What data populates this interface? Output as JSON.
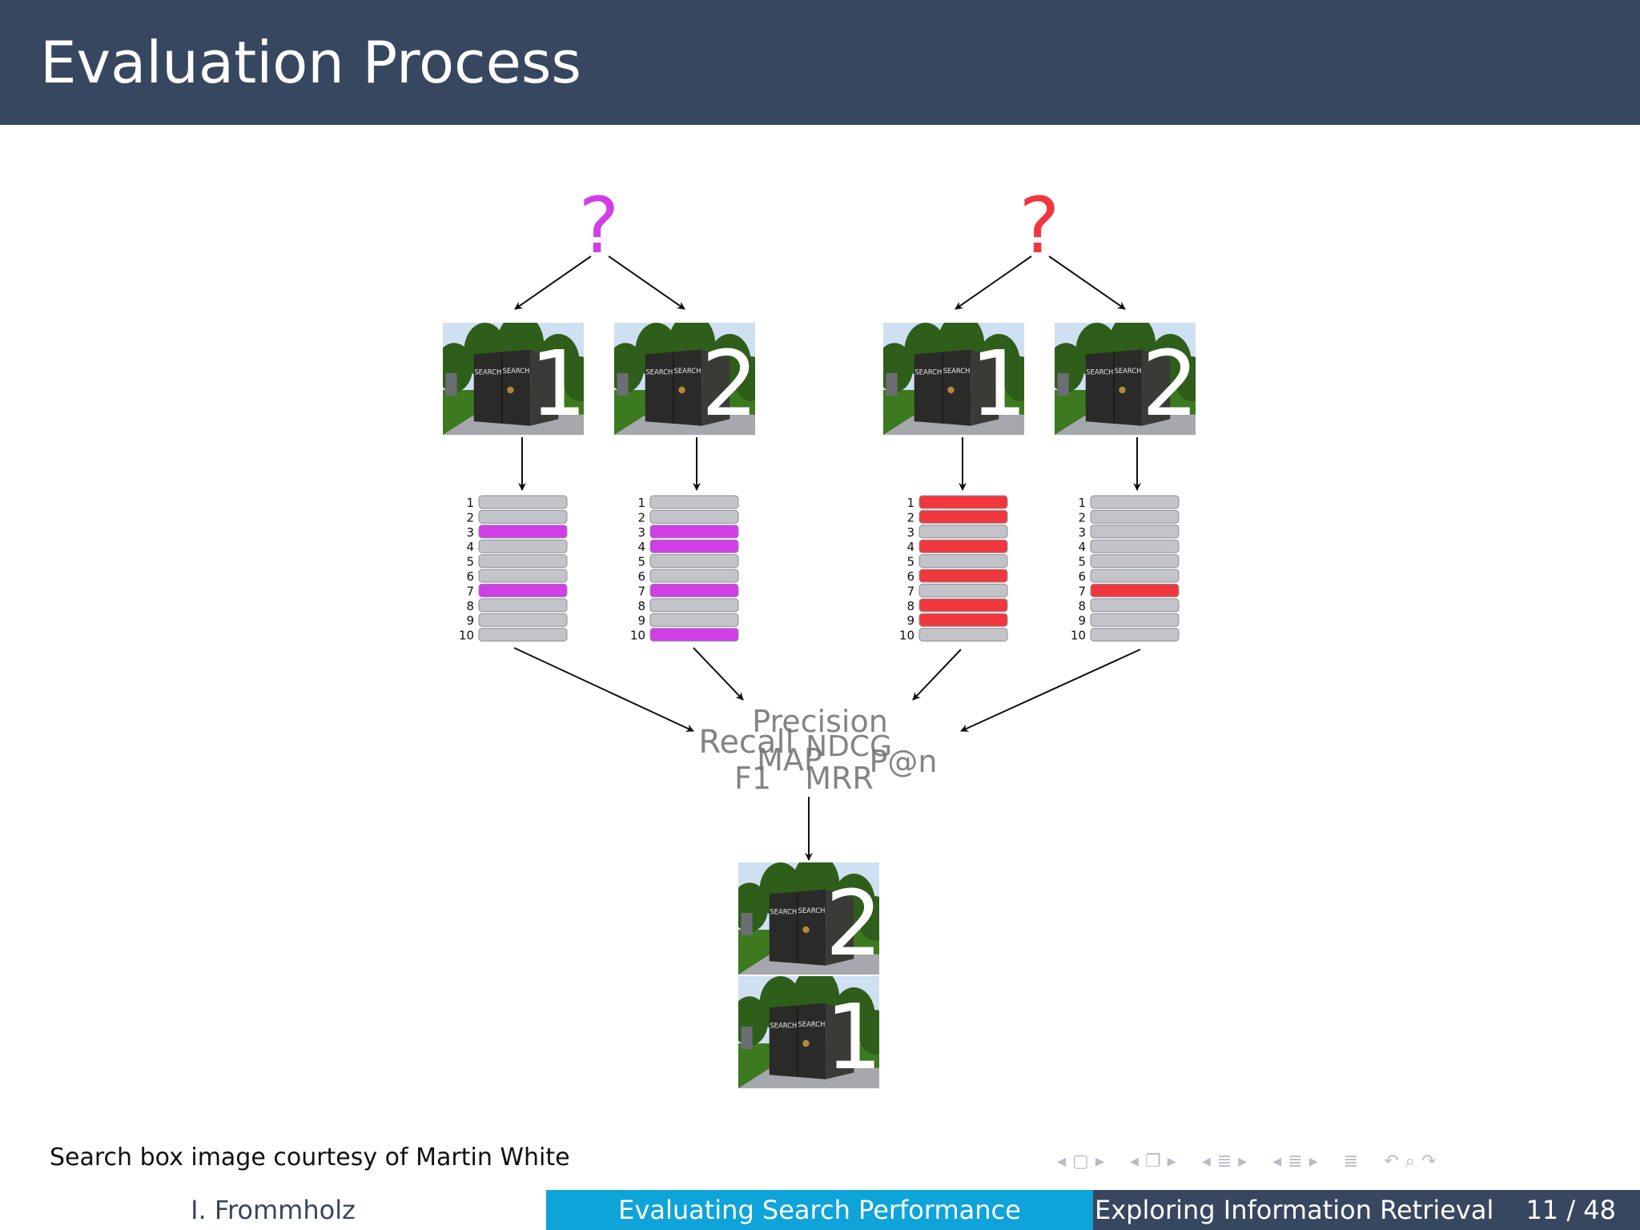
{
  "slide": {
    "title": "Evaluation Process",
    "credit": "Search box image courtesy of Martin White"
  },
  "colors": {
    "header_bg": "#384760",
    "query_a": "#d13ee8",
    "query_b": "#f0373d",
    "bar_default": "#c3c4c9",
    "section_bg": "#0fa4d9"
  },
  "diagram": {
    "queries": [
      {
        "symbol": "?",
        "color": "#d13ee8"
      },
      {
        "symbol": "?",
        "color": "#f0373d"
      }
    ],
    "systems": [
      {
        "label": "1",
        "sign": "SEARCH"
      },
      {
        "label": "2",
        "sign": "SEARCH"
      },
      {
        "label": "1",
        "sign": "SEARCH"
      },
      {
        "label": "2",
        "sign": "SEARCH"
      }
    ],
    "rank_labels": [
      "1",
      "2",
      "3",
      "4",
      "5",
      "6",
      "7",
      "8",
      "9",
      "10"
    ],
    "result_lists": [
      {
        "relevant": [
          3,
          7
        ],
        "color": "#d13ee8"
      },
      {
        "relevant": [
          3,
          4,
          7,
          10
        ],
        "color": "#d13ee8"
      },
      {
        "relevant": [
          1,
          2,
          4,
          6,
          8,
          9
        ],
        "color": "#f0373d"
      },
      {
        "relevant": [
          7
        ],
        "color": "#f0373d"
      }
    ],
    "metrics": [
      "Precision",
      "Recall",
      "NDCG",
      "MAP",
      "P@n",
      "F1",
      "MRR"
    ],
    "final_ranking": [
      {
        "label": "2",
        "sign": "SEARCH"
      },
      {
        "label": "1",
        "sign": "SEARCH"
      }
    ]
  },
  "navigation": {
    "icons": [
      "frame-prev-icon",
      "frame-icon",
      "frame-next-icon",
      "subsection-prev-icon",
      "subsection-icon",
      "subsection-next-icon",
      "section-prev-icon",
      "section-icon",
      "section-next-icon",
      "presentation-prev-icon",
      "presentation-icon",
      "presentation-next-icon",
      "toc-icon",
      "back-icon",
      "search-icon",
      "forward-icon"
    ]
  },
  "footer": {
    "author": "I. Frommholz",
    "section": "Evaluating Search Performance",
    "course": "Exploring Information Retrieval",
    "page": "11 / 48"
  }
}
